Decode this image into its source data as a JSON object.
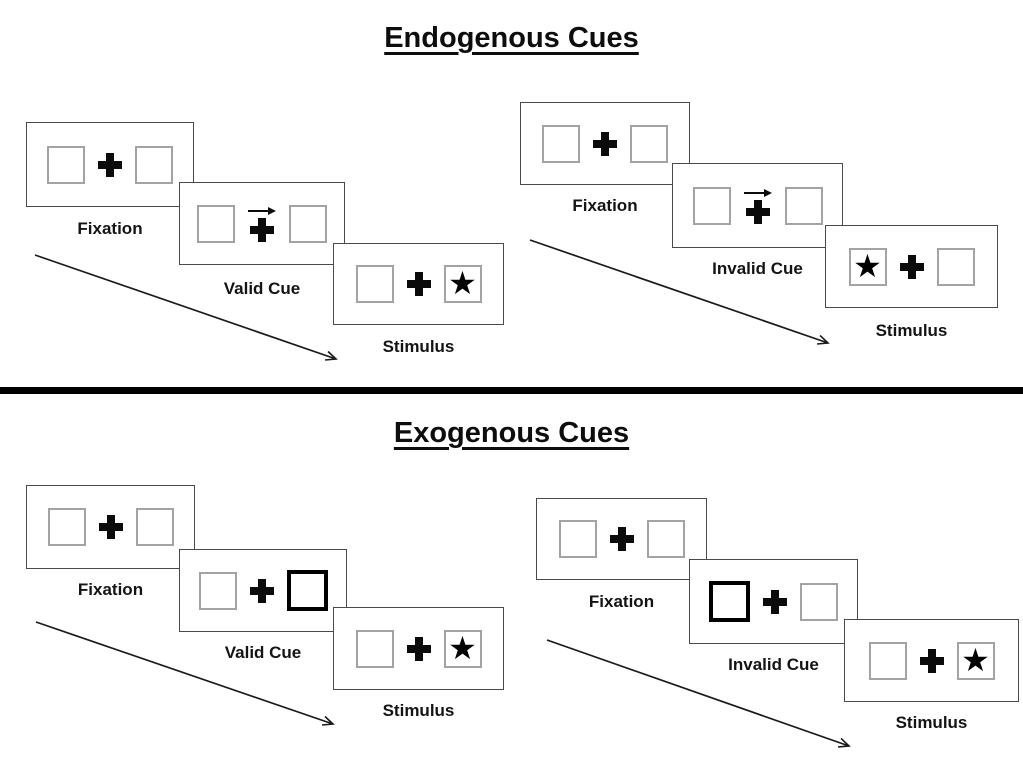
{
  "figure": {
    "star_glyph": "★",
    "colors": {
      "background": "#ffffff",
      "card_border": "#4a4a4a",
      "placeholder_box_border": "#a3a3a3",
      "cue_box_border": "#000000",
      "fixation_cross": "#0b0b0b",
      "text": "#141414",
      "divider": "#000000"
    }
  },
  "sections": [
    {
      "title": "Endogenous Cues",
      "panels": [
        {
          "id": "endogenous-valid",
          "cue_type": "central-arrow",
          "cue_direction": "right",
          "cards": [
            {
              "label": "Fixation"
            },
            {
              "label": "Valid Cue"
            },
            {
              "label": "Stimulus",
              "star_side": "right"
            }
          ]
        },
        {
          "id": "endogenous-invalid",
          "cue_type": "central-arrow",
          "cue_direction": "right",
          "cards": [
            {
              "label": "Fixation"
            },
            {
              "label": "Invalid Cue"
            },
            {
              "label": "Stimulus",
              "star_side": "left"
            }
          ]
        }
      ]
    },
    {
      "title": "Exogenous Cues",
      "panels": [
        {
          "id": "exogenous-valid",
          "cue_type": "peripheral-box",
          "cue_side": "right",
          "cards": [
            {
              "label": "Fixation"
            },
            {
              "label": "Valid Cue"
            },
            {
              "label": "Stimulus",
              "star_side": "right"
            }
          ]
        },
        {
          "id": "exogenous-invalid",
          "cue_type": "peripheral-box",
          "cue_side": "left",
          "cards": [
            {
              "label": "Fixation"
            },
            {
              "label": "Invalid Cue"
            },
            {
              "label": "Stimulus",
              "star_side": "right"
            }
          ]
        }
      ]
    }
  ]
}
